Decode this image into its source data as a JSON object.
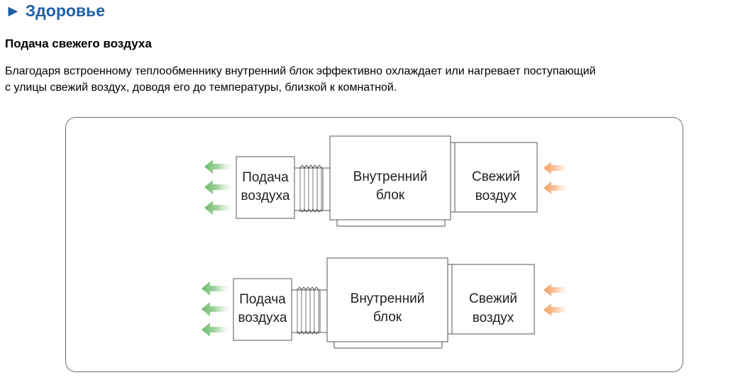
{
  "header": {
    "section_marker": "►",
    "section_title": "Здоровье",
    "subtitle": "Подача свежего воздуха",
    "description_line1": "Благодаря встроенному теплообменнику внутренний блок эффективно охлаждает или нагревает поступающий",
    "description_line2": "с улицы свежий воздух, доводя его до температуры, близкой к комнатной."
  },
  "colors": {
    "title_blue": "#1f5fa8",
    "outflow_arrow_green": "#7cc07a",
    "inflow_arrow_orange": "#f5a36a",
    "line_gray": "#555555"
  },
  "diagrams": [
    {
      "supply_label_1": "Подача",
      "supply_label_2": "воздуха",
      "indoor_label_1": "Внутренний",
      "indoor_label_2": "блок",
      "fresh_label_1": "Свежий",
      "fresh_label_2": "воздух",
      "outflow_arrows": 3,
      "inflow_arrows": 2
    },
    {
      "supply_label_1": "Подача",
      "supply_label_2": "воздуха",
      "indoor_label_1": "Внутренний",
      "indoor_label_2": "блок",
      "fresh_label_1": "Свежий",
      "fresh_label_2": "воздух",
      "outflow_arrows": 3,
      "inflow_arrows": 2
    }
  ]
}
